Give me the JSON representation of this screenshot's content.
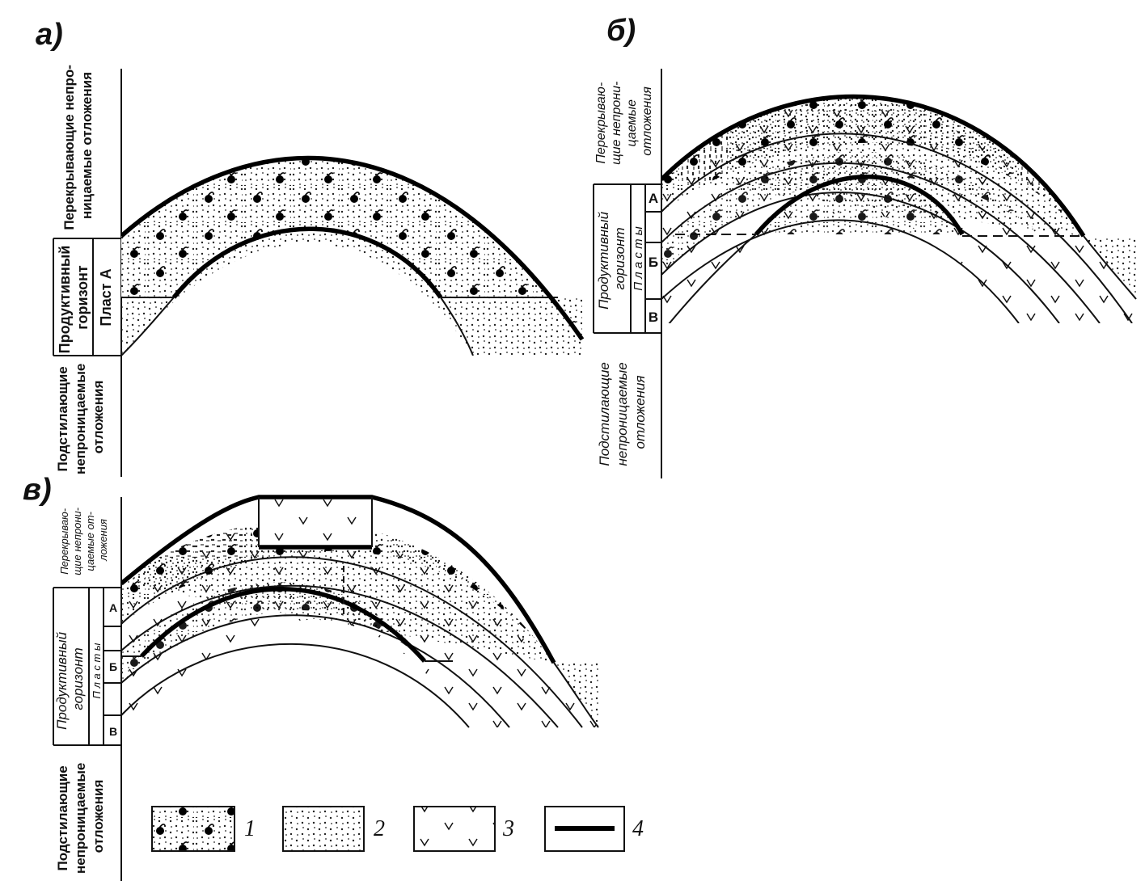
{
  "panels": {
    "a": {
      "label": "а)",
      "overlying": [
        "Перекрывающие непро-",
        "ницаемые отложения"
      ],
      "productive": [
        "Продуктивный",
        "горизонт"
      ],
      "layer_a": "Пласт А",
      "underlying": [
        "Подстилающие",
        "непроницаемые",
        "отложения"
      ]
    },
    "b": {
      "label": "б)",
      "overlying": [
        "Перекрываю-",
        "щие непрони-",
        "цаемые",
        "отложения"
      ],
      "productive": [
        "Продуктивный",
        "горизонт"
      ],
      "plasty": "П л а с т ы",
      "layers": [
        "А",
        "Б",
        "В"
      ],
      "underlying": [
        "Подстилающие",
        "непроницаемые",
        "отложения"
      ]
    },
    "v": {
      "label": "в)",
      "overlying": [
        "Перекрываю-",
        "щие непрони-",
        "цаемые от-",
        "ложения"
      ],
      "productive": [
        "Продуктивный",
        "горизонт"
      ],
      "plasty": "П л а с т ы",
      "layers": [
        "А",
        "Б",
        "В"
      ],
      "underlying": [
        "Подстилающие",
        "непроницаемые",
        "отложения"
      ]
    }
  },
  "legend": [
    {
      "pattern": "oil-sand",
      "number": "1"
    },
    {
      "pattern": "sand",
      "number": "2"
    },
    {
      "pattern": "checks",
      "number": "3"
    },
    {
      "pattern": "thick-line",
      "number": "4"
    }
  ]
}
